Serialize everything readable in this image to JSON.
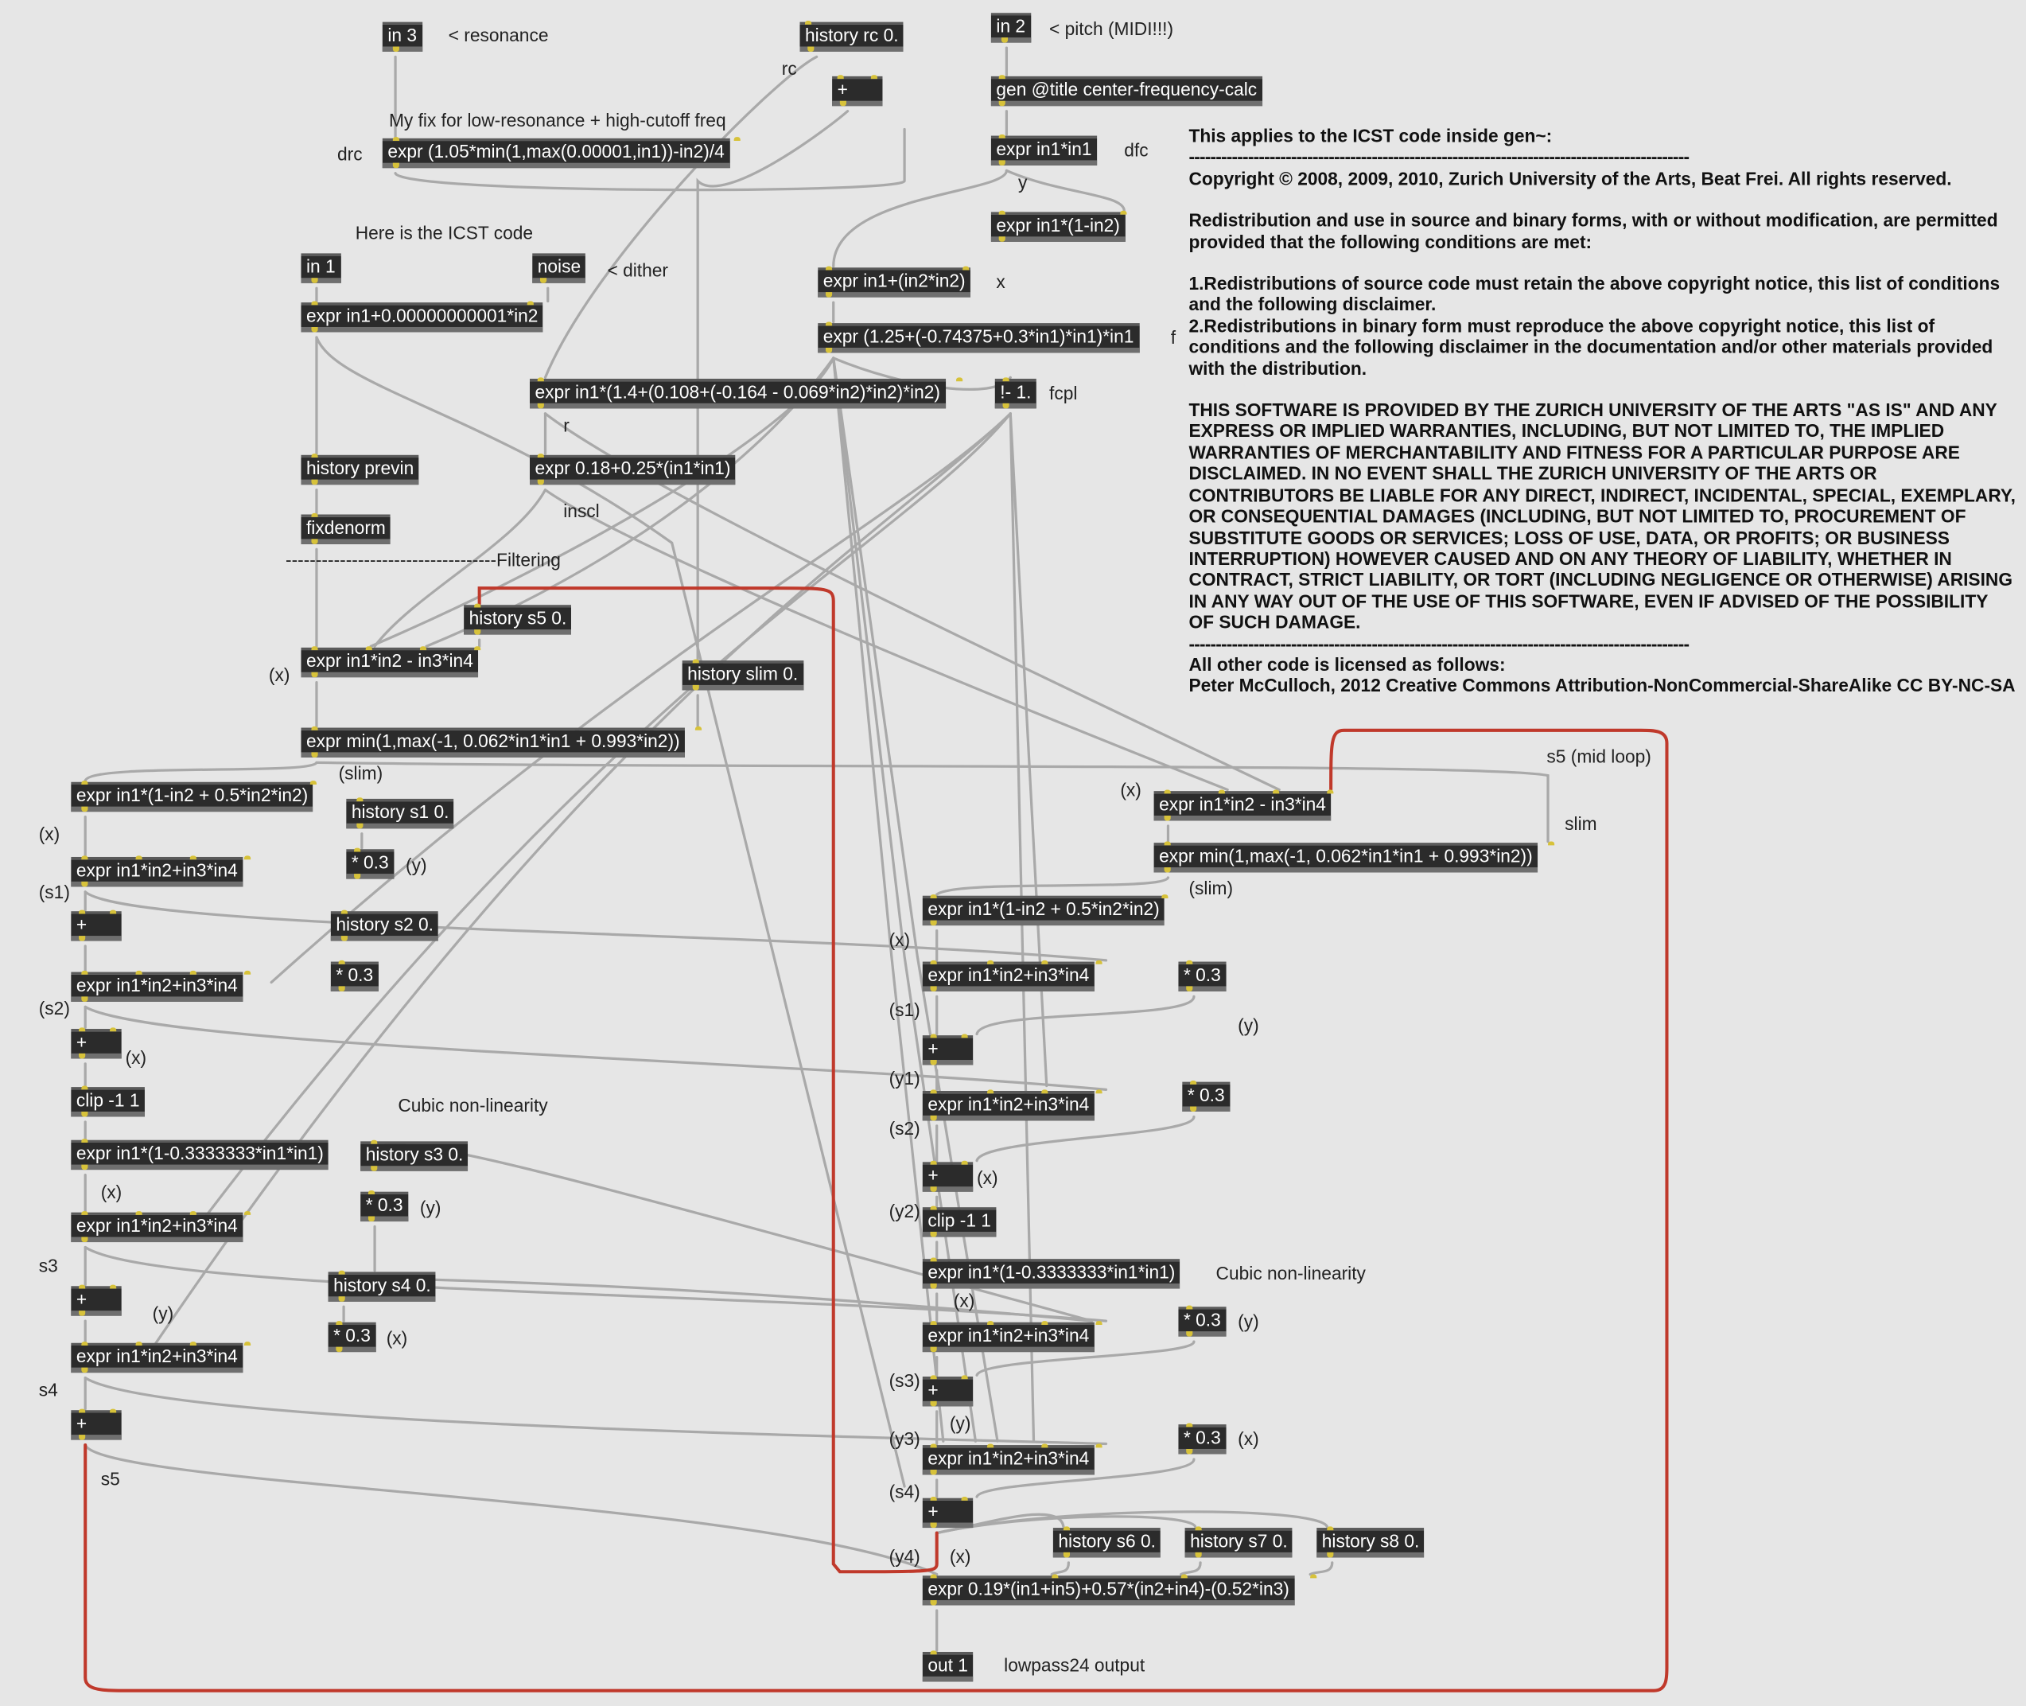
{
  "window": {
    "title": "lowpass24 gen~ patch"
  },
  "colors": {
    "background": "#e6e6e6",
    "object_fill": "#2b2b2b",
    "object_text": "#ffffff",
    "patch_cord": "#a9a9a9",
    "feedback_cord": "#c0392b",
    "inlet": "#d7c23a"
  },
  "objects": {
    "in3": "in 3",
    "history_rc": "history rc 0.",
    "in2": "in 2",
    "plus_rc": "+",
    "gen_title": "gen @title center-frequency-calc",
    "expr_drc": "expr (1.05*min(1,max(0.00001,in1))-in2)/4",
    "expr_dfc": "expr in1*in1",
    "expr_y": "expr in1*(1-in2)",
    "in1": "in 1",
    "noise": "noise",
    "expr_x": "expr in1+(in2*in2)",
    "expr_dither": "expr in1+0.00000000001*in2",
    "expr_f": "expr (1.25+(-0.74375+0.3*in1)*in1)*in1",
    "expr_r": "expr in1*(1.4+(0.108+(-0.164 - 0.069*in2)*in2)*in2)",
    "fcpl": "!- 1.",
    "history_previn": "history previn",
    "expr_inscl": "expr 0.18+0.25*(in1*in1)",
    "fixdenorm": "fixdenorm",
    "history_s5": "history s5 0.",
    "expr_a1": "expr in1*in2 - in3*in4",
    "history_slim": "history slim 0.",
    "expr_min1": "expr min(1,max(-1, 0.062*in1*in1 + 0.993*in2))",
    "expr_sl1": "expr in1*(1-in2 + 0.5*in2*in2)",
    "history_s1": "history s1 0.",
    "expr_a2": "expr in1*in2 - in3*in4",
    "expr_min2": "expr min(1,max(-1, 0.062*in1*in1 + 0.993*in2))",
    "expr_l1": "expr in1*in2+in3*in4",
    "mul_l1": "* 0.3",
    "plus_l1": "+",
    "history_s2": "history s2 0.",
    "expr_sl2": "expr in1*(1-in2 + 0.5*in2*in2)",
    "expr_r1": "expr in1*in2+in3*in4",
    "mul_r1": "* 0.3",
    "expr_l2": "expr in1*in2+in3*in4",
    "mul_l2": "* 0.3",
    "plus_l2": "+",
    "plus_r1": "+",
    "clip_l": "clip -1 1",
    "expr_r2": "expr in1*in2+in3*in4",
    "mul_r2": "* 0.3",
    "expr_cubic_l": "expr in1*(1-0.3333333*in1*in1)",
    "history_s3": "history s3 0.",
    "plus_r2": "+",
    "mul_l3": "* 0.3",
    "clip_r": "clip -1 1",
    "expr_l3": "expr in1*in2+in3*in4",
    "expr_cubic_r": "expr in1*(1-0.3333333*in1*in1)",
    "history_s4": "history s4 0.",
    "plus_l3": "+",
    "mul_r3": "* 0.3",
    "expr_r3": "expr in1*in2+in3*in4",
    "mul_l4": "* 0.3",
    "expr_l4": "expr in1*in2+in3*in4",
    "plus_r3": "+",
    "plus_l4": "+",
    "mul_r4": "* 0.3",
    "expr_r4": "expr in1*in2+in3*in4",
    "plus_r4": "+",
    "history_s6": "history s6 0.",
    "history_s7": "history s7 0.",
    "history_s8": "history s8 0.",
    "expr_out": "expr 0.19*(in1+in5)+0.57*(in2+in4)-(0.52*in3)",
    "out1": "out 1"
  },
  "comments": {
    "resonance": "< resonance",
    "pitch": "< pitch (MIDI!!!)",
    "rc": "rc",
    "myfix": "My fix for low-resonance + high-cutoff freq",
    "drc": "drc",
    "dfc": "dfc",
    "y_top": "y",
    "icst": "Here is the ICST code",
    "dither": "< dither",
    "x_top": "x",
    "f": "f",
    "fcpl": "fcpl",
    "r": "r",
    "inscl": "inscl",
    "filtering": "-----------------------------------Filtering",
    "x_a1": "(x)",
    "slim_l": "(slim)",
    "s5_mid": "s5 (mid loop)",
    "x_a2": "(x)",
    "slim_r_label": "slim",
    "slim_r": "(slim)",
    "x_l1": "(x)",
    "y_l1": "(y)",
    "s1_l": "(s1)",
    "x_r1": "(x)",
    "s1_r": "(s1)",
    "s2_l": "(s2)",
    "y_r1": "(y)",
    "x_l2": "(x)",
    "y1_r": "(y1)",
    "cubic_l": "Cubic non-linearity",
    "s2_r": "(s2)",
    "x_l3": "(x)",
    "y_l3": "(y)",
    "x_r3": "(x)",
    "y2_r": "(y2)",
    "s3_l": "s3",
    "cubic_r": "Cubic non-linearity",
    "y_l4": "(y)",
    "x_l4": "(x)",
    "x_r4": "(x)",
    "y_r4": "(y)",
    "s4_l": "s4",
    "s3_r": "(s3)",
    "y_r5": "(y)",
    "y3_r": "(y3)",
    "x_r5": "(x)",
    "s5_l": "s5",
    "s4_r": "(s4)",
    "y4_r": "(y4)",
    "x_r6": "(x)",
    "lowpass": "lowpass24 output"
  },
  "notice": {
    "line1": "This applies to the ICST code inside gen~:",
    "sep1": "---------------------------------------------------------------------------------------------",
    "copyright": "Copyright © 2008, 2009, 2010, Zurich University of the Arts, Beat Frei. All rights reserved.",
    "redistribution": "Redistribution and use in source and binary forms, with or without modification, are permitted provided that the following conditions are met:",
    "cond1": "1.Redistributions of source code must retain the above copyright notice, this list of conditions and the following disclaimer.",
    "cond2": "2.Redistributions in binary form must reproduce the above copyright notice, this list of conditions and the following disclaimer in the documentation and/or other materials provided with the distribution.",
    "disclaimer": "THIS SOFTWARE IS PROVIDED BY THE ZURICH UNIVERSITY OF THE ARTS \"AS IS\" AND ANY EXPRESS OR IMPLIED WARRANTIES, INCLUDING, BUT NOT LIMITED TO, THE IMPLIED WARRANTIES OF MERCHANTABILITY AND FITNESS FOR A PARTICULAR PURPOSE ARE DISCLAIMED. IN NO EVENT SHALL THE ZURICH UNIVERSITY OF THE ARTS OR CONTRIBUTORS BE LIABLE FOR ANY DIRECT, INDIRECT, INCIDENTAL, SPECIAL, EXEMPLARY, OR CONSEQUENTIAL DAMAGES (INCLUDING, BUT NOT LIMITED TO, PROCUREMENT OF SUBSTITUTE GOODS OR SERVICES; LOSS OF USE, DATA, OR PROFITS; OR BUSINESS INTERRUPTION) HOWEVER CAUSED AND ON ANY THEORY OF LIABILITY, WHETHER IN CONTRACT, STRICT LIABILITY, OR TORT (INCLUDING NEGLIGENCE OR OTHERWISE) ARISING IN ANY WAY OUT OF THE USE OF THIS SOFTWARE, EVEN IF ADVISED OF THE POSSIBILITY OF SUCH DAMAGE.",
    "sep2": "---------------------------------------------------------------------------------------------",
    "other": "All other code is licensed as follows:",
    "license": "Peter McCulloch, 2012 Creative Commons Attribution-NonCommercial-ShareAlike CC BY-NC-SA"
  }
}
